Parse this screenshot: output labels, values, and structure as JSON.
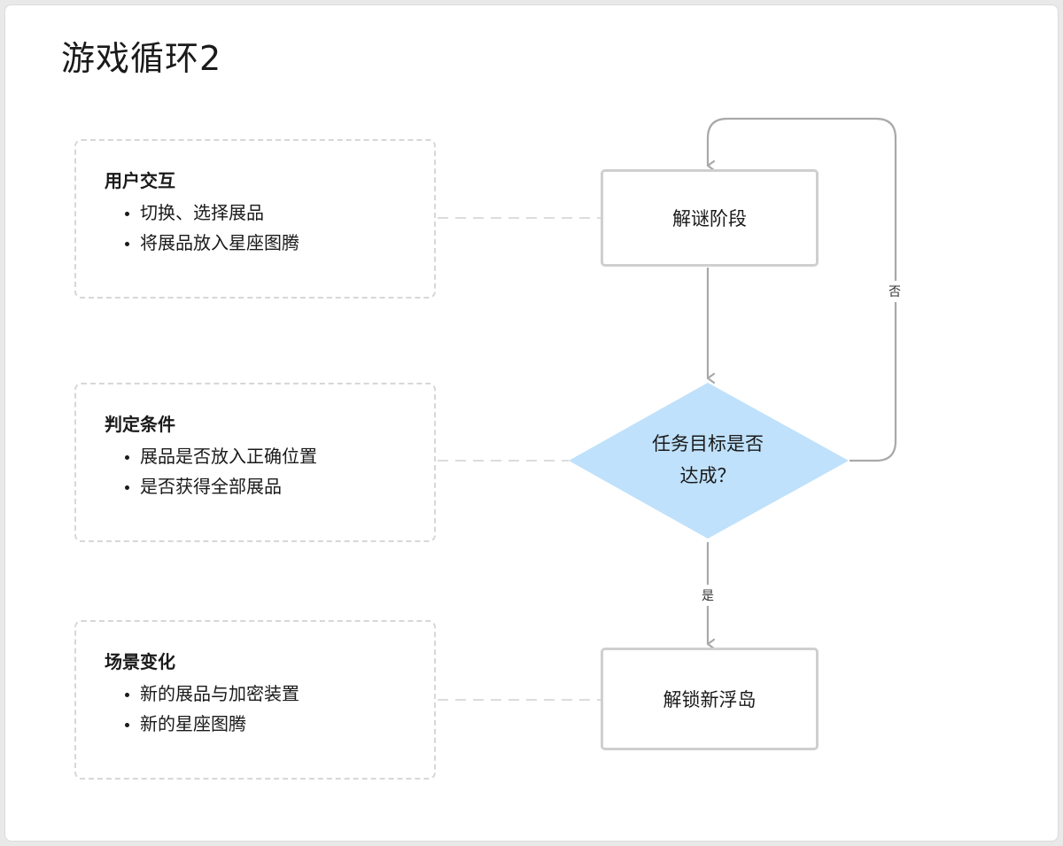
{
  "title": "游戏循环2",
  "notes": [
    {
      "heading": "用户交互",
      "items": [
        "切换、选择展品",
        "将展品放入星座图腾"
      ]
    },
    {
      "heading": "判定条件",
      "items": [
        "展品是否放入正确位置",
        "是否获得全部展品"
      ]
    },
    {
      "heading": "场景变化",
      "items": [
        "新的展品与加密装置",
        "新的星座图腾"
      ]
    }
  ],
  "flow": {
    "puzzle_step": "解谜阶段",
    "decision_line1": "任务目标是否",
    "decision_line2": "达成？",
    "unlock_step": "解锁新浮岛",
    "no_label": "否",
    "yes_label": "是"
  },
  "colors": {
    "decision_fill": "#bfe1fb",
    "box_border": "#cfcfcf",
    "arrow": "#a9a9a9",
    "dashed": "#d9d9d9"
  }
}
